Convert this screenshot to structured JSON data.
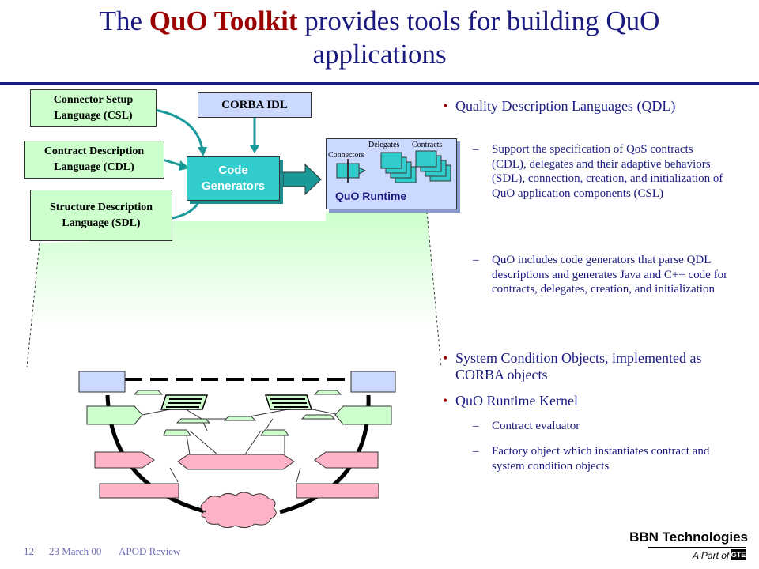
{
  "title": {
    "pre": "The ",
    "bold": "QuO Toolkit",
    "post": " provides tools for building QuO applications"
  },
  "diagram": {
    "csl": "Connector Setup Language (CSL)",
    "cdl": "Contract Description Language (CDL)",
    "sdl": "Structure Description Language (SDL)",
    "corba_idl": "CORBA IDL",
    "code_generators": "Code Generators",
    "runtime": "QuO Runtime",
    "connectors": "Connectors",
    "delegates": "Delegates",
    "contracts": "Contracts",
    "colors": {
      "green": "#ccffcc",
      "blue": "#ccd9ff",
      "pink": "#ffb3c6",
      "teal": "#33cccc",
      "title_blue": "#1a1a80",
      "title_red": "#9b0000"
    }
  },
  "bullets": [
    {
      "text": "Quality Description Languages (QDL)"
    },
    {
      "text": "Support the specification of QoS contracts (CDL), delegates and their adaptive behaviors (SDL), connection, creation, and initialization of QuO application components (CSL)"
    },
    {
      "text": "QuO includes code generators that parse QDL descriptions and generates Java and C++ code for contracts, delegates, creation, and initialization"
    },
    {
      "text": "System Condition Objects, implemented as CORBA objects"
    },
    {
      "text": "QuO Runtime Kernel"
    },
    {
      "text": "Contract evaluator"
    },
    {
      "text": "Factory object which instantiates contract and system condition objects"
    }
  ],
  "footer": {
    "page": "12",
    "date": "23 March 00",
    "event": "APOD Review"
  },
  "logo": {
    "name": "BBN Technologies",
    "sub": "A Part of",
    "brand": "GTE"
  }
}
